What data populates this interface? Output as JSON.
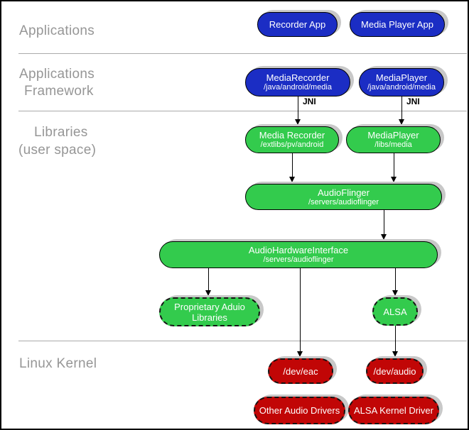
{
  "colors": {
    "blue": "#1b2dc4",
    "green": "#33cb4d",
    "red": "#c10606",
    "shadow": "#c8c8c8",
    "label_gray": "#969696",
    "divider_gray": "#aaaaaa"
  },
  "sections": {
    "applications": {
      "label": "Applications"
    },
    "applications_framework": {
      "line1": "Applications",
      "line2": "Framework"
    },
    "libraries": {
      "line1": "Libraries",
      "line2": "(user space)"
    },
    "linux_kernel": {
      "label": "Linux Kernel"
    }
  },
  "arrow_labels": {
    "jni_left": "JNI",
    "jni_right": "JNI"
  },
  "nodes": {
    "recorder_app": {
      "label": "Recorder App"
    },
    "media_player_app": {
      "label": "Media Player App"
    },
    "media_recorder_fw": {
      "title": "MediaRecorder",
      "subtitle": "/java/android/media"
    },
    "media_player_fw": {
      "title": "MediaPlayer",
      "subtitle": "/java/android/media"
    },
    "media_recorder_lib": {
      "title": "Media Recorder",
      "subtitle": "/extlibs/pv/android"
    },
    "media_player_lib": {
      "title": "MediaPlayer",
      "subtitle": "/libs/media"
    },
    "audio_flinger": {
      "title": "AudioFlinger",
      "subtitle": "/servers/audioflinger"
    },
    "audio_hardware_interface": {
      "title": "AudioHardwareInterface",
      "subtitle": "/servers/audioflinger"
    },
    "proprietary_audio_libraries": {
      "label": "Proprietary Aduio Libraries"
    },
    "alsa": {
      "label": "ALSA"
    },
    "dev_eac": {
      "label": "/dev/eac"
    },
    "dev_audio": {
      "label": "/dev/audio"
    },
    "other_audio_drivers": {
      "label": "Other Audio Drivers"
    },
    "alsa_kernel_driver": {
      "label": "ALSA Kernel Driver"
    }
  }
}
